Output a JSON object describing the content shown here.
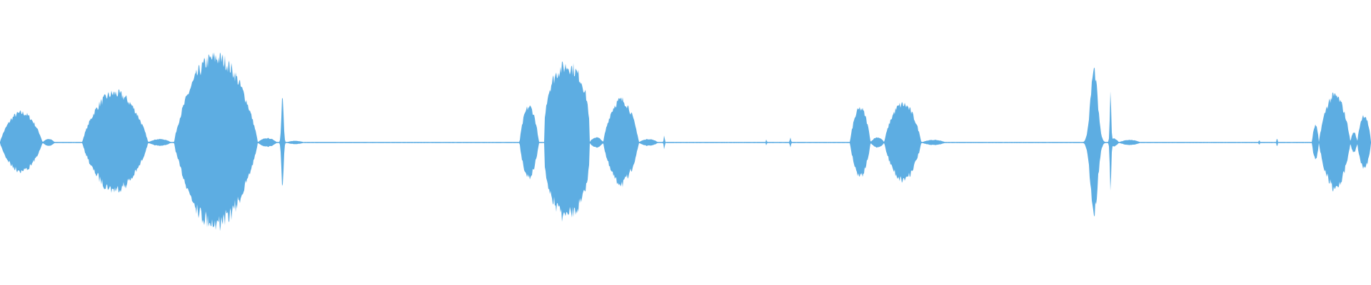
{
  "waveform": {
    "color": "#5dade2",
    "background": "#ffffff",
    "amplitude_domain": [
      -1,
      1
    ],
    "time_domain": [
      0,
      1
    ],
    "baseline_amplitude": 0.006,
    "segments": [
      {
        "start": 0.0,
        "end": 0.031,
        "peak": 0.35,
        "shape": "bump"
      },
      {
        "start": 0.031,
        "end": 0.04,
        "peak": 0.04,
        "shape": "bump"
      },
      {
        "start": 0.06,
        "end": 0.108,
        "peak": 0.58,
        "shape": "bump"
      },
      {
        "start": 0.108,
        "end": 0.125,
        "peak": 0.04,
        "shape": "bump"
      },
      {
        "start": 0.127,
        "end": 0.188,
        "peak": 1.0,
        "shape": "bump"
      },
      {
        "start": 0.188,
        "end": 0.202,
        "peak": 0.05,
        "shape": "bump"
      },
      {
        "start": 0.203,
        "end": 0.209,
        "peak": 0.55,
        "shape": "spike"
      },
      {
        "start": 0.209,
        "end": 0.222,
        "peak": 0.02,
        "shape": "bump"
      },
      {
        "start": 0.379,
        "end": 0.393,
        "peak": 0.42,
        "shape": "bump"
      },
      {
        "start": 0.397,
        "end": 0.43,
        "peak": 0.9,
        "shape": "plateau"
      },
      {
        "start": 0.43,
        "end": 0.44,
        "peak": 0.06,
        "shape": "bump"
      },
      {
        "start": 0.44,
        "end": 0.466,
        "peak": 0.5,
        "shape": "bump"
      },
      {
        "start": 0.466,
        "end": 0.48,
        "peak": 0.04,
        "shape": "bump"
      },
      {
        "start": 0.483,
        "end": 0.486,
        "peak": 0.08,
        "shape": "spike"
      },
      {
        "start": 0.558,
        "end": 0.56,
        "peak": 0.04,
        "shape": "spike"
      },
      {
        "start": 0.575,
        "end": 0.578,
        "peak": 0.06,
        "shape": "spike"
      },
      {
        "start": 0.62,
        "end": 0.635,
        "peak": 0.4,
        "shape": "bump"
      },
      {
        "start": 0.635,
        "end": 0.645,
        "peak": 0.06,
        "shape": "bump"
      },
      {
        "start": 0.645,
        "end": 0.672,
        "peak": 0.45,
        "shape": "bump"
      },
      {
        "start": 0.672,
        "end": 0.69,
        "peak": 0.03,
        "shape": "bump"
      },
      {
        "start": 0.788,
        "end": 0.808,
        "peak": 0.85,
        "shape": "spike"
      },
      {
        "start": 0.808,
        "end": 0.816,
        "peak": 0.05,
        "shape": "bump"
      },
      {
        "start": 0.808,
        "end": 0.812,
        "peak": 0.62,
        "shape": "spike"
      },
      {
        "start": 0.816,
        "end": 0.832,
        "peak": 0.03,
        "shape": "bump"
      },
      {
        "start": 0.917,
        "end": 0.92,
        "peak": 0.03,
        "shape": "spike"
      },
      {
        "start": 0.93,
        "end": 0.933,
        "peak": 0.05,
        "shape": "spike"
      },
      {
        "start": 0.957,
        "end": 0.962,
        "peak": 0.2,
        "shape": "bump"
      },
      {
        "start": 0.962,
        "end": 0.985,
        "peak": 0.55,
        "shape": "bump"
      },
      {
        "start": 0.985,
        "end": 0.99,
        "peak": 0.12,
        "shape": "bump"
      },
      {
        "start": 0.99,
        "end": 1.0,
        "peak": 0.32,
        "shape": "bump"
      }
    ]
  }
}
